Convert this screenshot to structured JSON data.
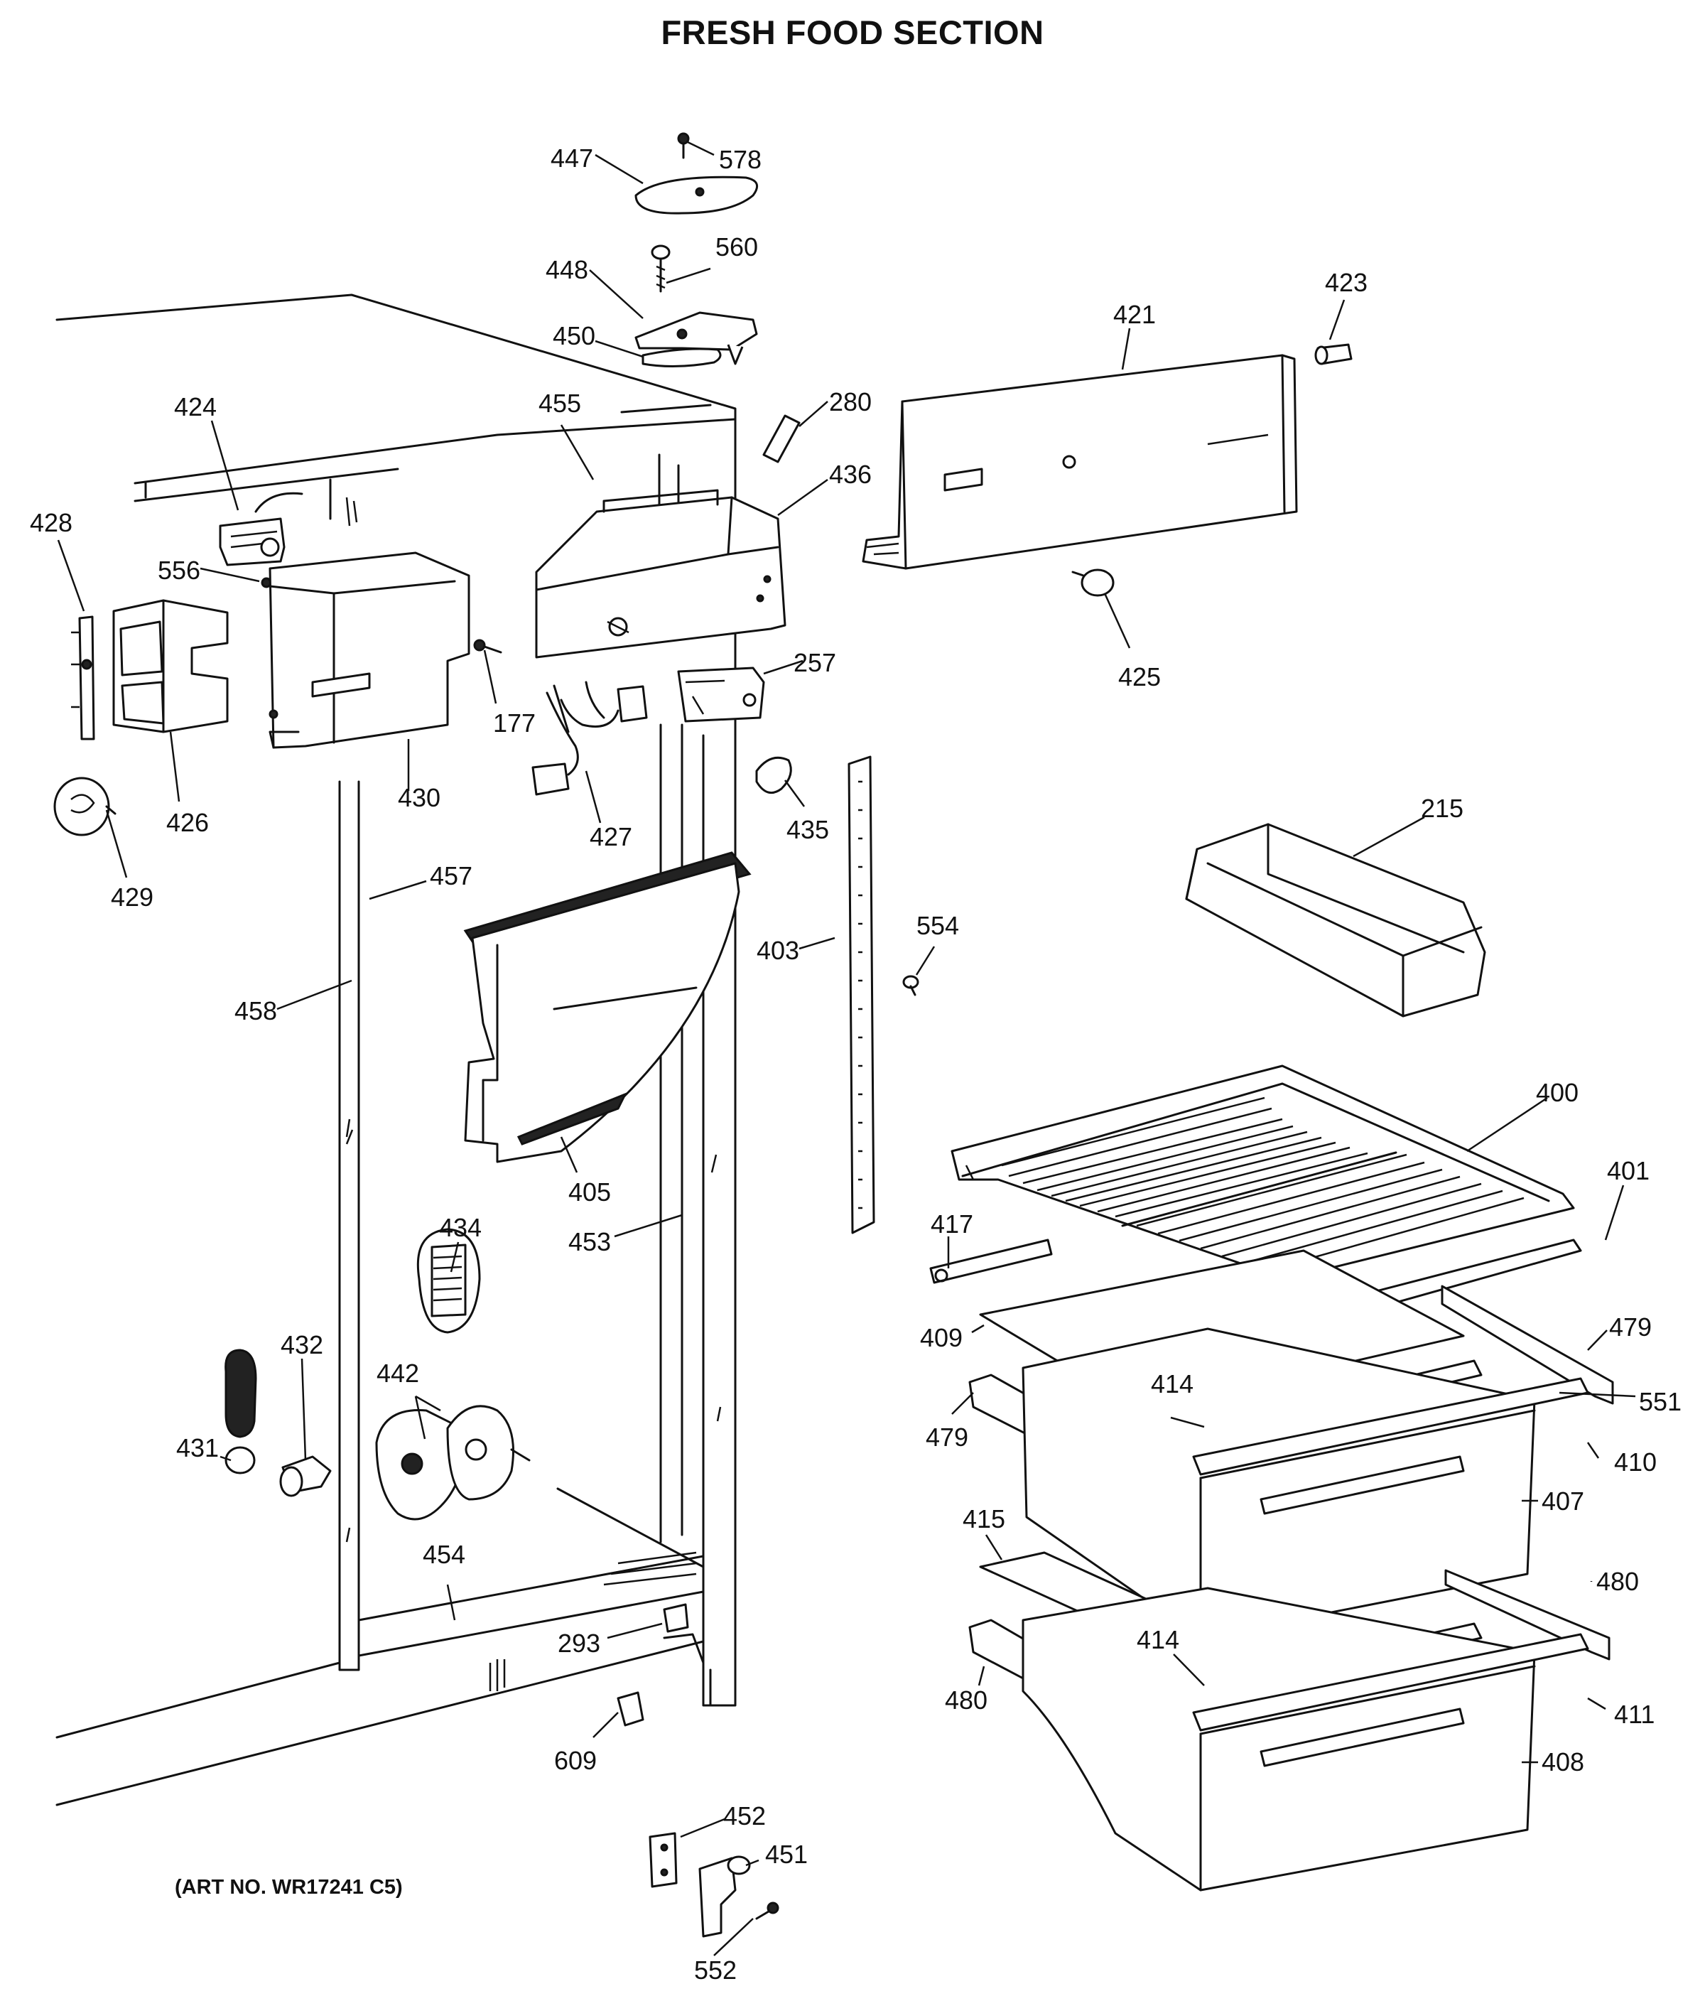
{
  "title": "FRESH FOOD SECTION",
  "art_number": "(ART NO. WR17241 C5)",
  "callouts": {
    "p447": "447",
    "p578": "578",
    "p448": "448",
    "p560": "560",
    "p450": "450",
    "p423": "423",
    "p421": "421",
    "p424": "424",
    "p455": "455",
    "p280": "280",
    "p436": "436",
    "p428": "428",
    "p556": "556",
    "p257": "257",
    "p177": "177",
    "p425": "425",
    "p426": "426",
    "p430": "430",
    "p427": "427",
    "p435": "435",
    "p429": "429",
    "p215": "215",
    "p457": "457",
    "p554": "554",
    "p403": "403",
    "p458": "458",
    "p400": "400",
    "p405": "405",
    "p401": "401",
    "p434": "434",
    "p417": "417",
    "p453": "453",
    "p432": "432",
    "p479a": "479",
    "p409": "409",
    "p442": "442",
    "p414a": "414",
    "p551": "551",
    "p431": "431",
    "p479b": "479",
    "p410": "410",
    "p407": "407",
    "p415": "415",
    "p454": "454",
    "p480a": "480",
    "p293": "293",
    "p414b": "414",
    "p480b": "480",
    "p411": "411",
    "p609": "609",
    "p408": "408",
    "p452": "452",
    "p451": "451",
    "p552": "552"
  }
}
